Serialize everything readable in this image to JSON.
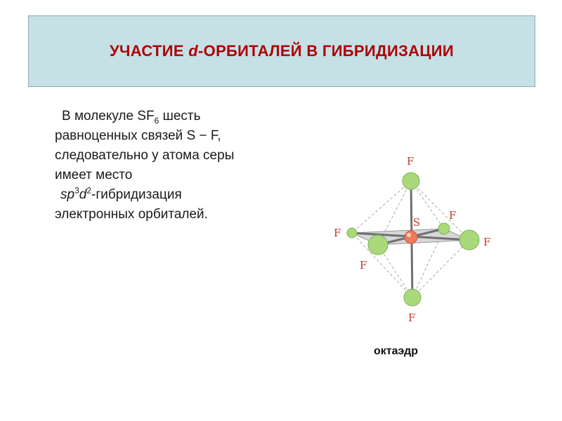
{
  "title": {
    "prefix": "УЧАСТИЕ ",
    "italic": "d",
    "suffix": "-ОРБИТАЛЕЙ В ГИБРИДИЗАЦИИ"
  },
  "body": {
    "line1_pre": "В молекуле SF",
    "line1_sub": "6",
    "line1_post": " шесть",
    "line2": "равноценных связей S − F,",
    "line3": "следовательно у атома серы",
    "line4": "имеет место",
    "hyb_sp": "sp",
    "hyb_sup1": "3",
    "hyb_d": "d",
    "hyb_sup2": "2",
    "hyb_text": "-гибридизация",
    "line6": "электронных орбиталей."
  },
  "diagram": {
    "central_atom": "S",
    "ligand": "F",
    "colors": {
      "ligand_fill": "#a9d97a",
      "ligand_stroke": "#7db356",
      "central_fill": "#f07a5a",
      "label_red": "#c0392b",
      "dashed": "#aaaaaa"
    }
  },
  "caption": "октаэдр"
}
